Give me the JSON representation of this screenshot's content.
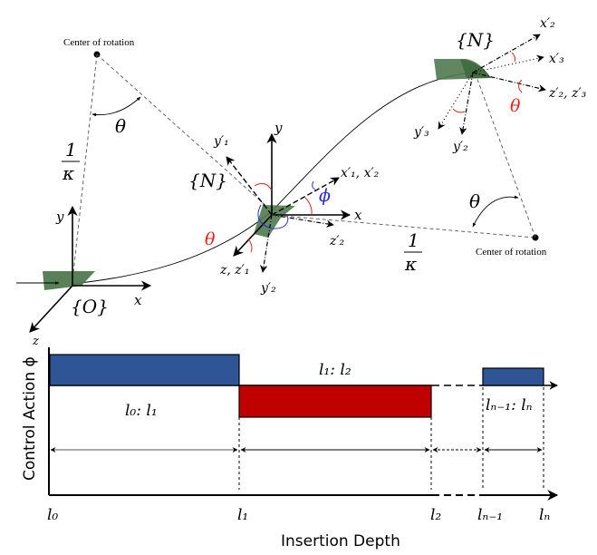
{
  "top_diagram": {
    "center_of_rotation_label": "Center of rotation",
    "theta": "θ",
    "phi": "ϕ",
    "one": "1",
    "kappa": "κ",
    "frame_origin": "{O}",
    "frame_n": "{N}",
    "axes": {
      "x": "x",
      "y": "y",
      "z": "z",
      "y1p": "y′₁",
      "x1p_x2p": "x′₁, x′₂",
      "z2p": "z′₂",
      "z_z1p": "z, z′₁",
      "y2p": "y′₂",
      "x2p": "x′₂",
      "x3p": "x′₃",
      "z2p_z3p": "z′₂, z′₃",
      "y3p": "y′₃"
    },
    "colors": {
      "tissue": "#4f7a4f",
      "theta_arc": "#e8221b",
      "phi_arc": "#2a2ad8"
    }
  },
  "bottom_chart": {
    "ylabel": "Control Action ϕ",
    "xlabel": "Insertion Depth",
    "segments": [
      {
        "label": "l₀: l₁",
        "color": "#2f5597",
        "sign": "positive"
      },
      {
        "label": "l₁: l₂",
        "color": "#c00000",
        "sign": "negative"
      },
      {
        "label": "lₙ₋₁: lₙ",
        "color": "#2f5597",
        "sign": "positive"
      }
    ],
    "ticks": [
      "l₀",
      "l₁",
      "l₂",
      "lₙ₋₁",
      "lₙ"
    ]
  }
}
